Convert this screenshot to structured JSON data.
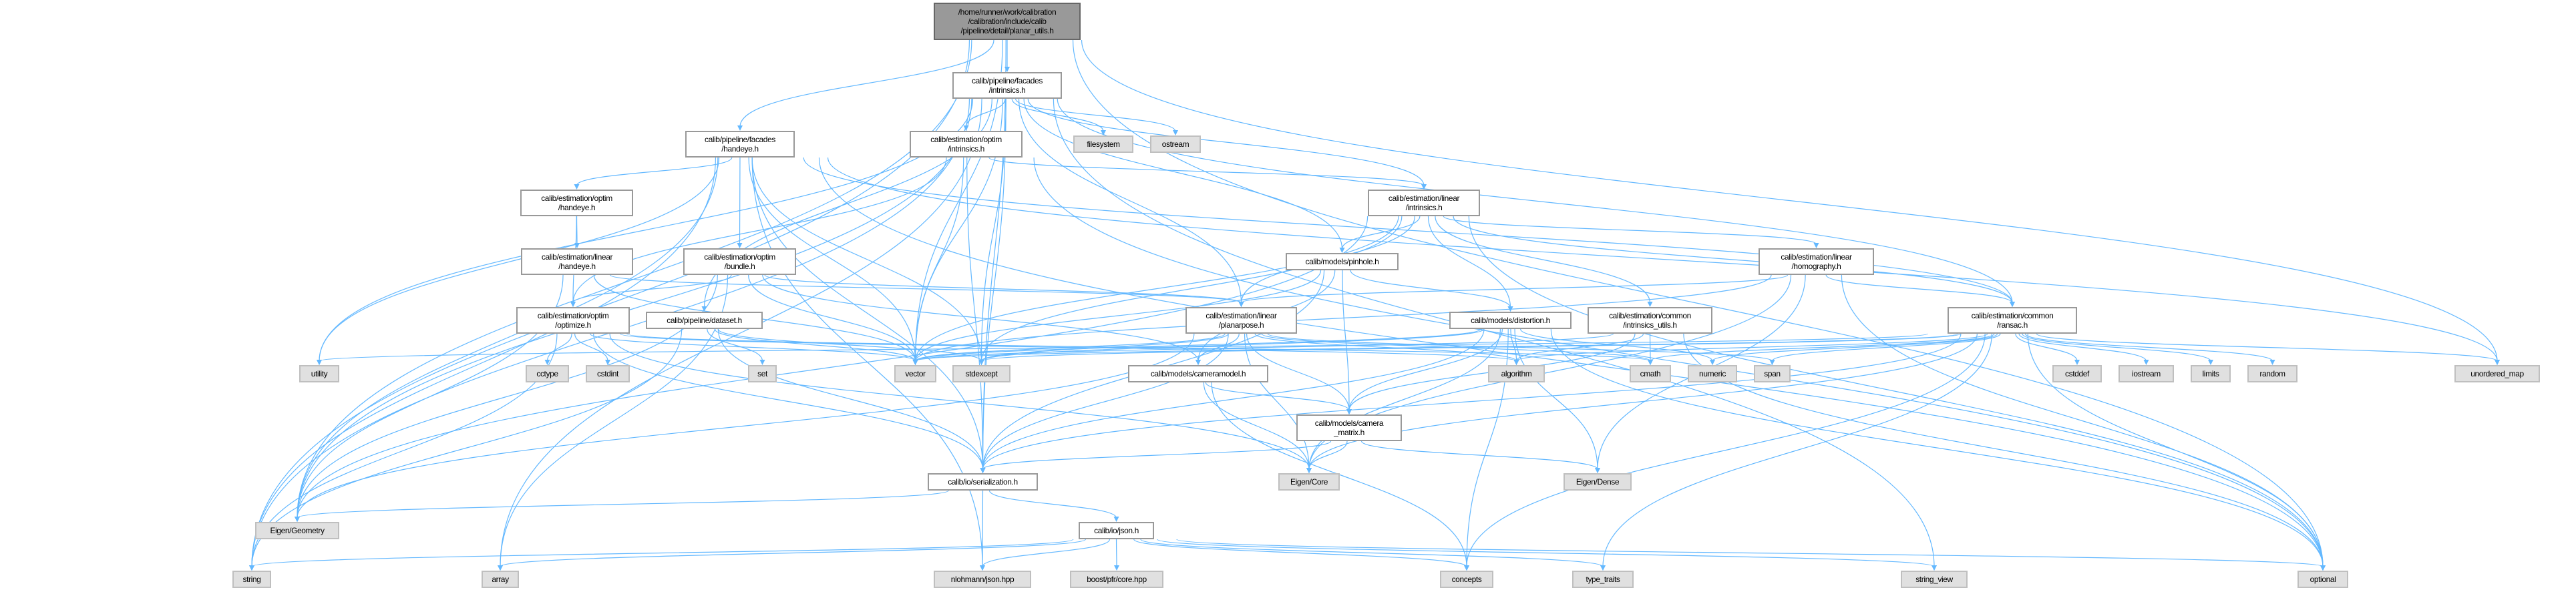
{
  "graph": {
    "title": "/home/runner/work/calibration/calibration/include/calib/pipeline/detail/planar_utils.h",
    "edge_color": "#63b8ff",
    "nodes": [
      {
        "id": "main",
        "label": "/home/runner/work/calibration\n/calibration/include/calib\n/pipeline/detail/planar_utils.h",
        "kind": "main"
      },
      {
        "id": "facades_intrinsics",
        "label": "calib/pipeline/facades\n/intrinsics.h",
        "kind": "local"
      },
      {
        "id": "facades_handeye",
        "label": "calib/pipeline/facades\n/handeye.h",
        "kind": "local"
      },
      {
        "id": "optim_handeye",
        "label": "calib/estimation/optim\n/handeye.h",
        "kind": "local"
      },
      {
        "id": "linear_handeye",
        "label": "calib/estimation/linear\n/handeye.h",
        "kind": "local"
      },
      {
        "id": "bundle",
        "label": "calib/estimation/optim\n/bundle.h",
        "kind": "local"
      },
      {
        "id": "optim_intrinsics",
        "label": "calib/estimation/optim\n/intrinsics.h",
        "kind": "local"
      },
      {
        "id": "filesystem",
        "label": "filesystem",
        "kind": "ext"
      },
      {
        "id": "ostream",
        "label": "ostream",
        "kind": "ext"
      },
      {
        "id": "linear_intrinsics",
        "label": "calib/estimation/linear\n/intrinsics.h",
        "kind": "local"
      },
      {
        "id": "pinhole",
        "label": "calib/models/pinhole.h",
        "kind": "local"
      },
      {
        "id": "homography",
        "label": "calib/estimation/linear\n/homography.h",
        "kind": "local"
      },
      {
        "id": "optimize",
        "label": "calib/estimation/optim\n/optimize.h",
        "kind": "local"
      },
      {
        "id": "dataset",
        "label": "calib/pipeline/dataset.h",
        "kind": "local"
      },
      {
        "id": "planarpose",
        "label": "calib/estimation/linear\n/planarpose.h",
        "kind": "local"
      },
      {
        "id": "distortion",
        "label": "calib/models/distortion.h",
        "kind": "local"
      },
      {
        "id": "intrinsics_utils",
        "label": "calib/estimation/common\n/intrinsics_utils.h",
        "kind": "local"
      },
      {
        "id": "ransac",
        "label": "calib/estimation/common\n/ransac.h",
        "kind": "local"
      },
      {
        "id": "utility",
        "label": "utility",
        "kind": "ext"
      },
      {
        "id": "cctype",
        "label": "cctype",
        "kind": "ext"
      },
      {
        "id": "cstdint",
        "label": "cstdint",
        "kind": "ext"
      },
      {
        "id": "set",
        "label": "set",
        "kind": "ext"
      },
      {
        "id": "vector",
        "label": "vector",
        "kind": "ext"
      },
      {
        "id": "stdexcept",
        "label": "stdexcept",
        "kind": "ext"
      },
      {
        "id": "cameramodel",
        "label": "calib/models/cameramodel.h",
        "kind": "local"
      },
      {
        "id": "algorithm",
        "label": "algorithm",
        "kind": "ext"
      },
      {
        "id": "cmath",
        "label": "cmath",
        "kind": "ext"
      },
      {
        "id": "numeric",
        "label": "numeric",
        "kind": "ext"
      },
      {
        "id": "span",
        "label": "span",
        "kind": "ext"
      },
      {
        "id": "cstddef",
        "label": "cstddef",
        "kind": "ext"
      },
      {
        "id": "iostream",
        "label": "iostream",
        "kind": "ext"
      },
      {
        "id": "limits",
        "label": "limits",
        "kind": "ext"
      },
      {
        "id": "random",
        "label": "random",
        "kind": "ext"
      },
      {
        "id": "unordered_map",
        "label": "unordered_map",
        "kind": "ext"
      },
      {
        "id": "camera_matrix",
        "label": "calib/models/camera\n_matrix.h",
        "kind": "local"
      },
      {
        "id": "serialization",
        "label": "calib/io/serialization.h",
        "kind": "local"
      },
      {
        "id": "eigen_core",
        "label": "Eigen/Core",
        "kind": "ext"
      },
      {
        "id": "eigen_dense",
        "label": "Eigen/Dense",
        "kind": "ext"
      },
      {
        "id": "eigen_geometry",
        "label": "Eigen/Geometry",
        "kind": "ext"
      },
      {
        "id": "json",
        "label": "calib/io/json.h",
        "kind": "local"
      },
      {
        "id": "string",
        "label": "string",
        "kind": "ext"
      },
      {
        "id": "array",
        "label": "array",
        "kind": "ext"
      },
      {
        "id": "nlohmann",
        "label": "nlohmann/json.hpp",
        "kind": "ext"
      },
      {
        "id": "boost_pfr",
        "label": "boost/pfr/core.hpp",
        "kind": "ext"
      },
      {
        "id": "concepts",
        "label": "concepts",
        "kind": "ext"
      },
      {
        "id": "type_traits",
        "label": "type_traits",
        "kind": "ext"
      },
      {
        "id": "string_view",
        "label": "string_view",
        "kind": "ext"
      },
      {
        "id": "optional",
        "label": "optional",
        "kind": "ext"
      }
    ],
    "edges": [
      [
        "main",
        "facades_intrinsics"
      ],
      [
        "main",
        "facades_handeye"
      ],
      [
        "main",
        "eigen_geometry"
      ],
      [
        "main",
        "string"
      ],
      [
        "main",
        "vector"
      ],
      [
        "main",
        "unordered_map"
      ],
      [
        "main",
        "optional"
      ],
      [
        "main",
        "serialization"
      ],
      [
        "facades_intrinsics",
        "optim_intrinsics"
      ],
      [
        "facades_intrinsics",
        "filesystem"
      ],
      [
        "facades_intrinsics",
        "ostream"
      ],
      [
        "facades_intrinsics",
        "linear_intrinsics"
      ],
      [
        "facades_intrinsics",
        "pinhole"
      ],
      [
        "facades_intrinsics",
        "planarpose"
      ],
      [
        "facades_intrinsics",
        "ransac"
      ],
      [
        "facades_intrinsics",
        "dataset"
      ],
      [
        "facades_intrinsics",
        "serialization"
      ],
      [
        "facades_intrinsics",
        "string"
      ],
      [
        "facades_intrinsics",
        "utility"
      ],
      [
        "facades_intrinsics",
        "vector"
      ],
      [
        "facades_intrinsics",
        "eigen_geometry"
      ],
      [
        "facades_intrinsics",
        "array"
      ],
      [
        "facades_intrinsics",
        "stdexcept"
      ],
      [
        "facades_intrinsics",
        "string_view"
      ],
      [
        "facades_handeye",
        "optim_handeye"
      ],
      [
        "facades_handeye",
        "bundle"
      ],
      [
        "facades_handeye",
        "eigen_geometry"
      ],
      [
        "facades_handeye",
        "string"
      ],
      [
        "facades_handeye",
        "vector"
      ],
      [
        "facades_handeye",
        "utility"
      ],
      [
        "facades_handeye",
        "stdexcept"
      ],
      [
        "facades_handeye",
        "nlohmann"
      ],
      [
        "facades_handeye",
        "serialization"
      ],
      [
        "facades_handeye",
        "optional"
      ],
      [
        "facades_handeye",
        "ransac"
      ],
      [
        "facades_handeye",
        "unordered_map"
      ],
      [
        "optim_handeye",
        "linear_handeye"
      ],
      [
        "optim_handeye",
        "optimize"
      ],
      [
        "linear_handeye",
        "planarpose"
      ],
      [
        "linear_handeye",
        "eigen_geometry"
      ],
      [
        "linear_handeye",
        "vector"
      ],
      [
        "bundle",
        "optimize"
      ],
      [
        "bundle",
        "planarpose"
      ],
      [
        "bundle",
        "cameramodel"
      ],
      [
        "bundle",
        "eigen_geometry"
      ],
      [
        "bundle",
        "vector"
      ],
      [
        "bundle",
        "array"
      ],
      [
        "optim_intrinsics",
        "optimize"
      ],
      [
        "optim_intrinsics",
        "linear_intrinsics"
      ],
      [
        "optim_intrinsics",
        "serialization"
      ],
      [
        "optim_intrinsics",
        "vector"
      ],
      [
        "optim_intrinsics",
        "optional"
      ],
      [
        "linear_intrinsics",
        "pinhole"
      ],
      [
        "linear_intrinsics",
        "homography"
      ],
      [
        "linear_intrinsics",
        "planarpose"
      ],
      [
        "linear_intrinsics",
        "distortion"
      ],
      [
        "linear_intrinsics",
        "intrinsics_utils"
      ],
      [
        "linear_intrinsics",
        "optional"
      ],
      [
        "linear_intrinsics",
        "vector"
      ],
      [
        "linear_intrinsics",
        "stdexcept"
      ],
      [
        "linear_intrinsics",
        "ransac"
      ],
      [
        "linear_intrinsics",
        "eigen_geometry"
      ],
      [
        "pinhole",
        "distortion"
      ],
      [
        "pinhole",
        "camera_matrix"
      ],
      [
        "pinhole",
        "vector"
      ],
      [
        "pinhole",
        "serialization"
      ],
      [
        "pinhole",
        "cameramodel"
      ],
      [
        "homography",
        "planarpose"
      ],
      [
        "homography",
        "ransac"
      ],
      [
        "homography",
        "optional"
      ],
      [
        "homography",
        "eigen_core"
      ],
      [
        "homography",
        "eigen_dense"
      ],
      [
        "homography",
        "vector"
      ],
      [
        "planarpose",
        "cameramodel"
      ],
      [
        "planarpose",
        "camera_matrix"
      ],
      [
        "planarpose",
        "vector"
      ],
      [
        "planarpose",
        "stdexcept"
      ],
      [
        "planarpose",
        "algorithm"
      ],
      [
        "planarpose",
        "cmath"
      ],
      [
        "planarpose",
        "span"
      ],
      [
        "planarpose",
        "serialization"
      ],
      [
        "planarpose",
        "eigen_core"
      ],
      [
        "planarpose",
        "eigen_geometry"
      ],
      [
        "distortion",
        "camera_matrix"
      ],
      [
        "distortion",
        "algorithm"
      ],
      [
        "distortion",
        "eigen_core"
      ],
      [
        "distortion",
        "eigen_dense"
      ],
      [
        "distortion",
        "concepts"
      ],
      [
        "distortion",
        "vector"
      ],
      [
        "distortion",
        "stdexcept"
      ],
      [
        "distortion",
        "serialization"
      ],
      [
        "distortion",
        "numeric"
      ],
      [
        "distortion",
        "optional"
      ],
      [
        "intrinsics_utils",
        "camera_matrix"
      ],
      [
        "intrinsics_utils",
        "algorithm"
      ],
      [
        "intrinsics_utils",
        "cmath"
      ],
      [
        "intrinsics_utils",
        "optional"
      ],
      [
        "intrinsics_utils",
        "vector"
      ],
      [
        "ransac",
        "vector"
      ],
      [
        "ransac",
        "algorithm"
      ],
      [
        "ransac",
        "cmath"
      ],
      [
        "ransac",
        "numeric"
      ],
      [
        "ransac",
        "span"
      ],
      [
        "ransac",
        "cstddef"
      ],
      [
        "ransac",
        "iostream"
      ],
      [
        "ransac",
        "limits"
      ],
      [
        "ransac",
        "random"
      ],
      [
        "ransac",
        "unordered_map"
      ],
      [
        "ransac",
        "optional"
      ],
      [
        "ransac",
        "stdexcept"
      ],
      [
        "ransac",
        "utility"
      ],
      [
        "ransac",
        "serialization"
      ],
      [
        "ransac",
        "eigen_core"
      ],
      [
        "ransac",
        "concepts"
      ],
      [
        "ransac",
        "type_traits"
      ],
      [
        "optimize",
        "cctype"
      ],
      [
        "optimize",
        "cstdint"
      ],
      [
        "optimize",
        "string"
      ],
      [
        "optimize",
        "serialization"
      ],
      [
        "optimize",
        "eigen_core"
      ],
      [
        "optimize",
        "vector"
      ],
      [
        "optimize",
        "algorithm"
      ],
      [
        "optimize",
        "cmath"
      ],
      [
        "dataset",
        "set"
      ],
      [
        "dataset",
        "string"
      ],
      [
        "dataset",
        "vector"
      ],
      [
        "dataset",
        "serialization"
      ],
      [
        "dataset",
        "stdexcept"
      ],
      [
        "cameramodel",
        "camera_matrix"
      ],
      [
        "cameramodel",
        "eigen_core"
      ],
      [
        "cameramodel",
        "concepts"
      ],
      [
        "camera_matrix",
        "eigen_core"
      ],
      [
        "camera_matrix",
        "eigen_dense"
      ],
      [
        "camera_matrix",
        "serialization"
      ],
      [
        "serialization",
        "json"
      ],
      [
        "serialization",
        "nlohmann"
      ],
      [
        "serialization",
        "eigen_geometry"
      ],
      [
        "json",
        "nlohmann"
      ],
      [
        "json",
        "boost_pfr"
      ],
      [
        "json",
        "concepts"
      ],
      [
        "json",
        "type_traits"
      ],
      [
        "json",
        "string"
      ],
      [
        "json",
        "array"
      ],
      [
        "json",
        "optional"
      ],
      [
        "json",
        "string_view"
      ]
    ]
  }
}
